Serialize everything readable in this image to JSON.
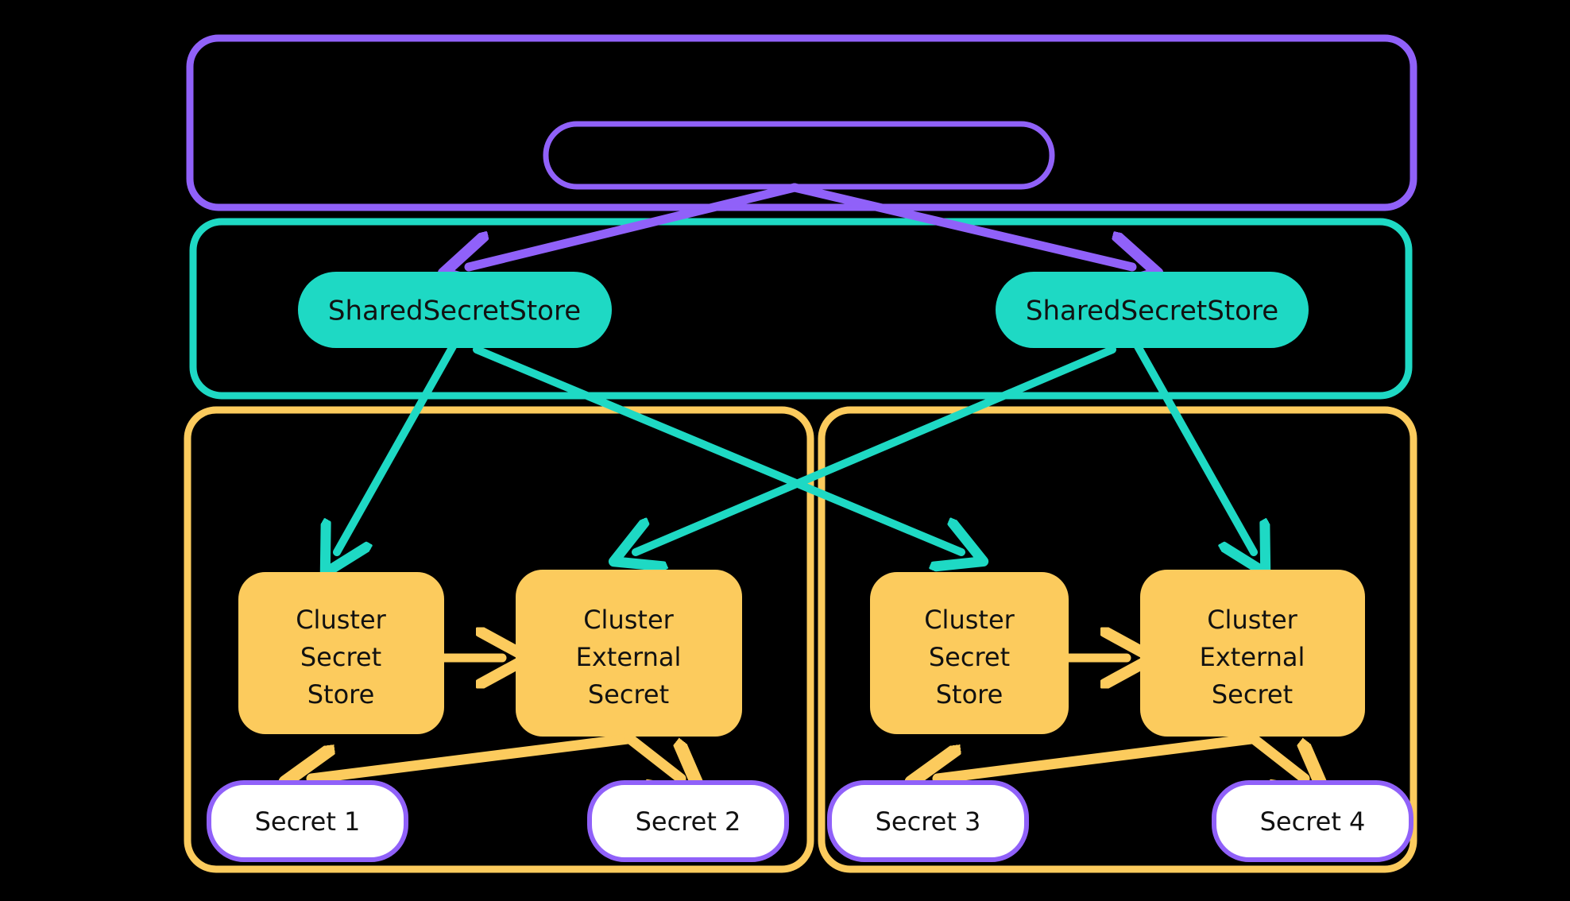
{
  "diagram": {
    "type": "architecture-flow",
    "background": "#000000",
    "colors": {
      "purple": "#9061F9",
      "teal": "#1ED9C4",
      "orange": "#FCCB5D",
      "white": "#FFFFFF",
      "text_dark": "#111111"
    },
    "containers": [
      {
        "id": "operator-scope",
        "name": "outer-purple-container",
        "label": "",
        "border_color": "#9061F9"
      },
      {
        "id": "shared-scope",
        "name": "teal-container",
        "label": "",
        "border_color": "#1ED9C4"
      },
      {
        "id": "cluster-left",
        "name": "orange-container-left",
        "label": "",
        "border_color": "#FCCB5D"
      },
      {
        "id": "cluster-right",
        "name": "orange-container-right",
        "label": "",
        "border_color": "#FCCB5D"
      }
    ],
    "nodes": {
      "operator": {
        "label": "",
        "fill": "none",
        "stroke": "#9061F9"
      },
      "shared_store_left": {
        "label": "SharedSecretStore",
        "fill": "#1ED9C4"
      },
      "shared_store_right": {
        "label": "SharedSecretStore",
        "fill": "#1ED9C4"
      },
      "cluster_secret_store_left": {
        "lines": [
          "Cluster",
          "Secret",
          "Store"
        ],
        "line1": "Cluster",
        "line2": "Secret",
        "line3": "Store",
        "fill": "#FCCB5D"
      },
      "cluster_external_secret_left": {
        "lines": [
          "Cluster",
          "External",
          "Secret"
        ],
        "line1": "Cluster",
        "line2": "External",
        "line3": "Secret",
        "fill": "#FCCB5D"
      },
      "cluster_secret_store_right": {
        "lines": [
          "Cluster",
          "Secret",
          "Store"
        ],
        "line1": "Cluster",
        "line2": "Secret",
        "line3": "Store",
        "fill": "#FCCB5D"
      },
      "cluster_external_secret_right": {
        "lines": [
          "Cluster",
          "External",
          "Secret"
        ],
        "line1": "Cluster",
        "line2": "External",
        "line3": "Secret",
        "fill": "#FCCB5D"
      },
      "secret_1": {
        "label": "Secret 1",
        "fill": "#FFFFFF",
        "stroke": "#9061F9"
      },
      "secret_2": {
        "label": "Secret 2",
        "fill": "#FFFFFF",
        "stroke": "#9061F9"
      },
      "secret_3": {
        "label": "Secret 3",
        "fill": "#FFFFFF",
        "stroke": "#9061F9"
      },
      "secret_4": {
        "label": "Secret 4",
        "fill": "#FFFFFF",
        "stroke": "#9061F9"
      }
    },
    "edges": [
      {
        "from": "operator",
        "to": "shared_store_left",
        "color": "#9061F9",
        "label": ""
      },
      {
        "from": "operator",
        "to": "shared_store_right",
        "color": "#9061F9",
        "label": ""
      },
      {
        "from": "shared_store_left",
        "to": "cluster_secret_store_left",
        "color": "#1ED9C4",
        "label": ""
      },
      {
        "from": "shared_store_left",
        "to": "cluster_secret_store_right",
        "color": "#1ED9C4",
        "label": ""
      },
      {
        "from": "shared_store_right",
        "to": "cluster_external_secret_left",
        "color": "#1ED9C4",
        "label": ""
      },
      {
        "from": "shared_store_right",
        "to": "cluster_external_secret_right",
        "color": "#1ED9C4",
        "label": ""
      },
      {
        "from": "cluster_secret_store_left",
        "to": "cluster_external_secret_left",
        "color": "#FCCB5D",
        "label": ""
      },
      {
        "from": "cluster_secret_store_right",
        "to": "cluster_external_secret_right",
        "color": "#FCCB5D",
        "label": ""
      },
      {
        "from": "cluster_external_secret_left",
        "to": "secret_1",
        "color": "#FCCB5D",
        "label": ""
      },
      {
        "from": "cluster_external_secret_left",
        "to": "secret_2",
        "color": "#FCCB5D",
        "label": ""
      },
      {
        "from": "cluster_external_secret_right",
        "to": "secret_3",
        "color": "#FCCB5D",
        "label": ""
      },
      {
        "from": "cluster_external_secret_right",
        "to": "secret_4",
        "color": "#FCCB5D",
        "label": ""
      }
    ]
  }
}
